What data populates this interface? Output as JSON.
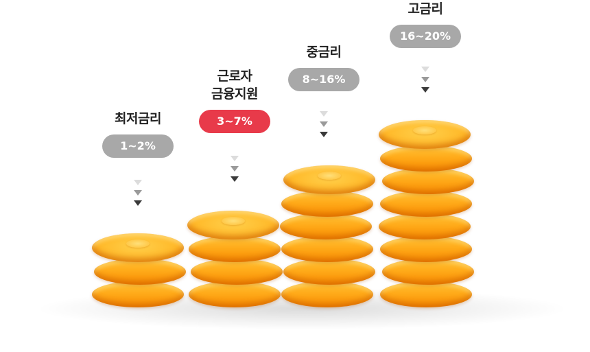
{
  "tiers": [
    {
      "title": "최저금리",
      "rate": "1~2%",
      "pill_color": "#a8a8a8"
    },
    {
      "title": "근로자\n금융지원",
      "rate": "3~7%",
      "pill_color": "#e83a4a"
    },
    {
      "title": "중금리",
      "rate": "8~16%",
      "pill_color": "#a8a8a8"
    },
    {
      "title": "고금리",
      "rate": "16~20%",
      "pill_color": "#a8a8a8"
    }
  ],
  "colors": {
    "coin": "#ffab1a",
    "arrow_light": "#dcdcdc",
    "arrow_mid": "#9a9a9a",
    "arrow_dark": "#3a3a3a"
  }
}
